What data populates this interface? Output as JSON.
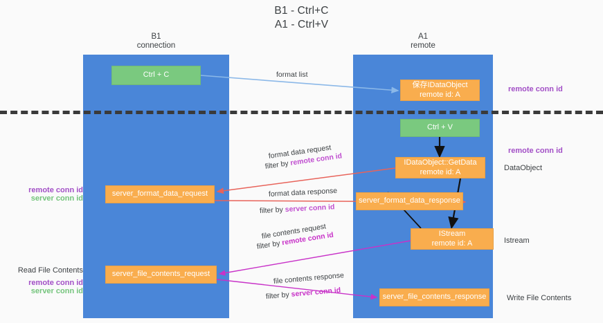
{
  "title": "B1 - Ctrl+C\nA1 - Ctrl+V",
  "title_line1": "B1 - Ctrl+C",
  "title_line2": "A1 - Ctrl+V",
  "lanes": [
    {
      "id": "b1",
      "line1": "B1",
      "line2": "connection",
      "color": "#4a86d8"
    },
    {
      "id": "a1",
      "line1": "A1",
      "line2": "remote",
      "color": "#4a86d8"
    }
  ],
  "nodes": [
    {
      "id": "ctrl-c",
      "line1": "Ctrl + C",
      "line2": "",
      "color": "#7ac97f"
    },
    {
      "id": "save-idataobject",
      "line1": "保存IDataObject",
      "line2": "remote id: A",
      "color": "#f9ad4e"
    },
    {
      "id": "ctrl-v",
      "line1": "Ctrl + V",
      "line2": "",
      "color": "#7ac97f"
    },
    {
      "id": "getdata",
      "line1": "IDataObject::GetData",
      "line2": "remote id: A",
      "color": "#f9ad4e"
    },
    {
      "id": "server-format-data-request",
      "line1": "server_format_data_request",
      "line2": "",
      "color": "#f9ad4e"
    },
    {
      "id": "server-format-data-response",
      "line1": "server_format_data_response",
      "line2": "",
      "color": "#f9ad4e"
    },
    {
      "id": "istream",
      "line1": "IStream",
      "line2": "remote id: A",
      "color": "#f9ad4e"
    },
    {
      "id": "server-file-contents-request",
      "line1": "server_file_contents_request",
      "line2": "",
      "color": "#f9ad4e"
    },
    {
      "id": "server-file-contents-response",
      "line1": "server_file_contents_response",
      "line2": "",
      "color": "#f9ad4e"
    }
  ],
  "annotations": {
    "remote_conn_id_top": "remote conn id",
    "remote_conn_id_mid": "remote conn id",
    "dataobject": "DataObject",
    "istream": "Istream",
    "write_file_contents": "Write File Contents",
    "read_file_contents": "Read File Contents",
    "left_remote_conn_id_mid": "remote conn id",
    "left_server_conn_id_mid": "server conn id",
    "left_remote_conn_id_bottom": "remote conn id",
    "left_server_conn_id_bottom": "server conn id"
  },
  "edge_labels": {
    "format_list": "format list",
    "format_data_request": "format data request",
    "filter_by_remote_conn_id_1_prefix": "filter by ",
    "filter_by_remote_conn_id_1_value": "remote conn id",
    "format_data_response": "format data response",
    "filter_by_server_conn_id_1_prefix": "filter by ",
    "filter_by_server_conn_id_1_value": "server conn id",
    "file_contents_request": "file contents request",
    "filter_by_remote_conn_id_2_prefix": "filter by ",
    "filter_by_remote_conn_id_2_value": "remote conn id",
    "file_contents_response": "file contents response",
    "filter_by_server_conn_id_2_prefix": "filter by ",
    "filter_by_server_conn_id_2_value": "server conn id"
  },
  "colors": {
    "lane": "#4a86d8",
    "green_node": "#7ac97f",
    "orange_node": "#f9ad4e",
    "purple_text": "#a24fc6",
    "green_text": "#74c47c",
    "divider": "#3a3a3a",
    "edge_blue": "#8bb8e8",
    "edge_red": "#e8635a",
    "edge_magenta": "#c832c8",
    "edge_black": "#111111",
    "background": "#fafafa"
  }
}
